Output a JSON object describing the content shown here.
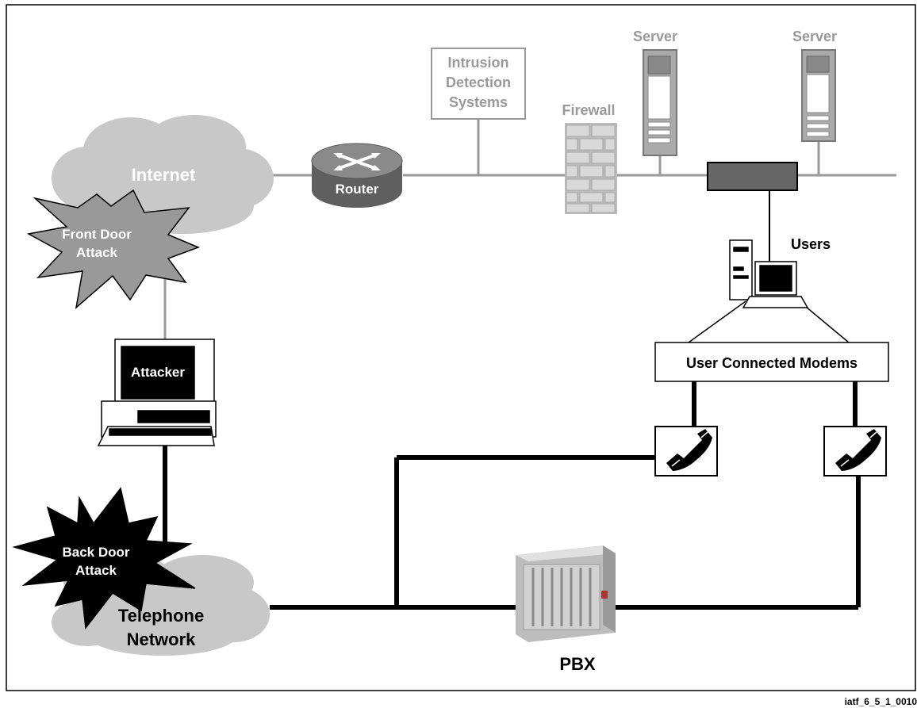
{
  "labels": {
    "internet": "Internet",
    "router": "Router",
    "ids_line1": "Intrusion",
    "ids_line2": "Detection",
    "ids_line3": "Systems",
    "firewall": "Firewall",
    "server1": "Server",
    "server2": "Server",
    "users": "Users",
    "front_door_line1": "Front Door",
    "front_door_line2": "Attack",
    "attacker": "Attacker",
    "modems": "User Connected Modems",
    "back_door_line1": "Back Door",
    "back_door_line2": "Attack",
    "telephone_line1": "Telephone",
    "telephone_line2": "Network",
    "pbx": "PBX",
    "figure_id": "iatf_6_5_1_0010"
  },
  "icons": {
    "cloud": "cloud-icon",
    "router": "router-icon",
    "firewall": "brick-wall-icon",
    "server": "server-tower-icon",
    "desktop": "desktop-computer-icon",
    "laptop": "laptop-icon",
    "phone": "telephone-handset-icon",
    "pbx": "pbx-cabinet-icon",
    "attack": "explosion-burst-icon"
  },
  "colors": {
    "cloud": "#c8c8c8",
    "gray_text": "#999999",
    "line_gray": "#999999",
    "line_black": "#000000",
    "hub": "#666666"
  }
}
